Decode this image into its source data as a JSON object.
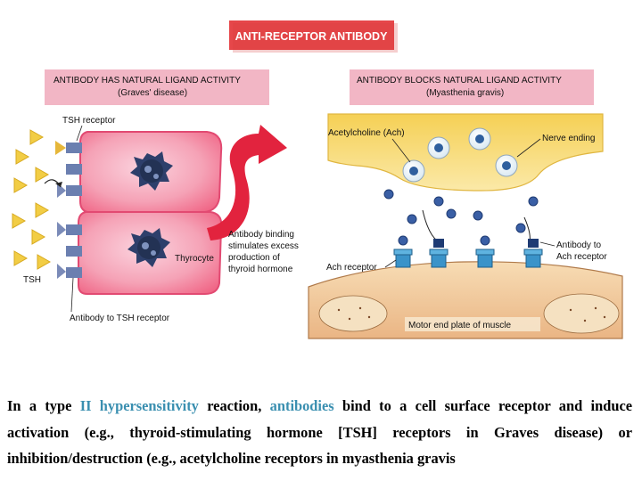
{
  "figure": {
    "title": "ANTI-RECEPTOR ANTIBODY",
    "left_panel": {
      "header_line1": "ANTIBODY HAS NATURAL LIGAND ACTIVITY",
      "header_line2": "(Graves' disease)",
      "labels": {
        "tsh_receptor": "TSH receptor",
        "tsh": "TSH",
        "thyrocyte": "Thyrocyte",
        "binding_line1": "Antibody binding",
        "binding_line2": "stimulates excess",
        "binding_line3": "production of",
        "binding_line4": "thyroid hormone",
        "antibody_to_tsh": "Antibody to TSH receptor"
      }
    },
    "right_panel": {
      "header_line1": "ANTIBODY BLOCKS NATURAL LIGAND ACTIVITY",
      "header_line2": "(Myasthenia gravis)",
      "labels": {
        "ach": "Acetylcholine (Ach)",
        "nerve_ending": "Nerve ending",
        "ach_receptor": "Ach receptor",
        "antibody_to_line1": "Antibody to",
        "antibody_to_line2": "Ach receptor",
        "motor_end_plate": "Motor end plate of muscle"
      }
    },
    "colors": {
      "title_red": "#e03a3a",
      "header_pink": "#f3b7c6",
      "cell_pink": "#f26f8e",
      "nucleus_blue": "#2e3f6b",
      "arrow_red": "#e2233e",
      "tsh_yellow": "#f2cf4a",
      "nerve_yellow": "#f7db6e",
      "muscle_tan": "#f2cfa3",
      "receptor_blue": "#3a93c9"
    }
  },
  "caption": {
    "part1": "In a type ",
    "kw1": "II hypersensitivity",
    "part2": " reaction, ",
    "kw2": "antibodies",
    "part3": " bind to a cell surface receptor and induce activation (e.g., thyroid-stimulating hormone [TSH] receptors in Graves disease) or inhibition/destruction (e.g., acetylcholine receptors in myasthenia gravis"
  }
}
